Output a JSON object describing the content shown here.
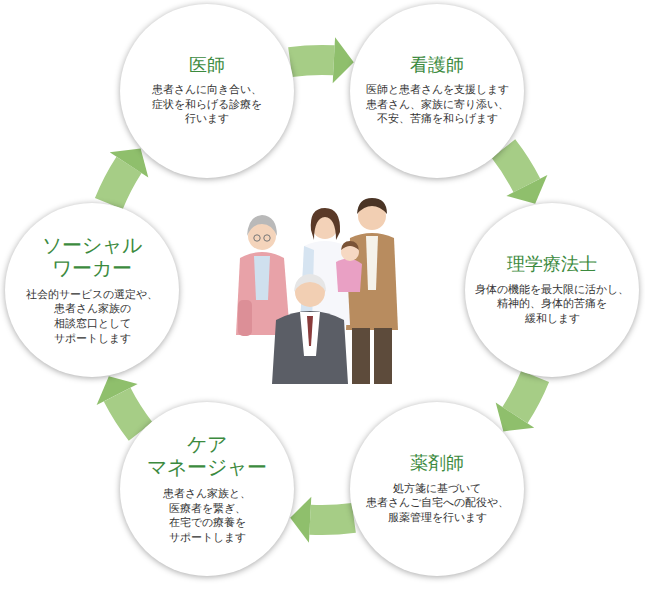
{
  "diagram": {
    "nodes": [
      {
        "text": [
          "医師",
          "患者さんに向き合い、 症状を和らげる診療を 行います"
        ]
      },
      {
        "text": [
          "看護師",
          "医師と患者さんを支援します 患者さん、家族に寄り添い、 不安、苦痛を和らげます"
        ]
      },
      {
        "text": [
          "理学療法士",
          "身体の機能を最大限に活かし、 精神的、身体的苦痛を 緩和します"
        ]
      },
      {
        "text": [
          "薬剤師",
          "処方箋に基づいて 患者さんご自宅への配役や、 服薬管理を行います"
        ]
      },
      {
        "text": [
          "ケア マネージャー",
          "患者さん家族と、 医療者を繋ぎ、 在宅での療養を サポートします"
        ]
      },
      {
        "text": [
          "ソーシャル ワーカー",
          "社会的サービスの選定や、 患者さん家族の 相談窓口として サポートします"
        ]
      }
    ],
    "edges": [
      {
        "from": 0,
        "to": 1,
        "arrow": "to"
      },
      {
        "from": 1,
        "to": 2,
        "arrow": "to"
      },
      {
        "from": 2,
        "to": 3,
        "arrow": "to"
      },
      {
        "from": 3,
        "to": 4,
        "arrow": "to"
      },
      {
        "from": 4,
        "to": 5,
        "arrow": "to"
      },
      {
        "from": 5,
        "to": 0,
        "arrow": "to"
      }
    ]
  }
}
